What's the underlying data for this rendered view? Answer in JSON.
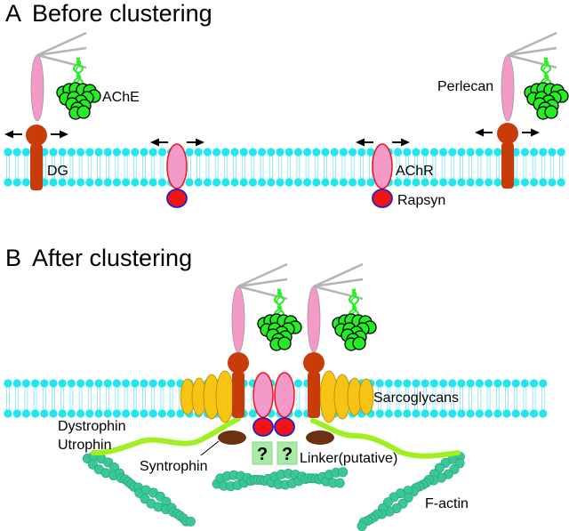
{
  "panels": [
    {
      "letter": "A",
      "title": "Before clustering",
      "labels": {
        "ache": "AChE",
        "dg": "DG",
        "perlecan": "Perlecan",
        "achr": "AChR",
        "rapsyn": "Rapsyn"
      }
    },
    {
      "letter": "B",
      "title": "After clustering",
      "labels": {
        "sarcoglycans": "Sarcoglycans",
        "dystrophin": "Dystrophin",
        "utrophin": "Utrophin",
        "syntrophin": "Syntrophin",
        "linker": "Linker(putative)",
        "factin": "F-actin",
        "unknown_mark": "?"
      }
    }
  ],
  "colors": {
    "lipid_head": "#22e6ee",
    "lipid_tail": "#7fe6ee",
    "perlecan": "#f49ac8",
    "dg": "#c83c0a",
    "achr_fill": "#f49ac8",
    "achr_stroke": "#e8141e",
    "rapsyn_fill": "#f01414",
    "rapsyn_stroke": "#2020d0",
    "ache": "#22ee22",
    "collagen": "#22ee22",
    "heparan_chain": "#b4b4b4",
    "sarcoglycan": "#f8c414",
    "dystrophin": "#a0f020",
    "syntrophin": "#6a3210",
    "linker_box": "#a8eca8",
    "actin": "#38c89a",
    "arrow": "#000000"
  }
}
